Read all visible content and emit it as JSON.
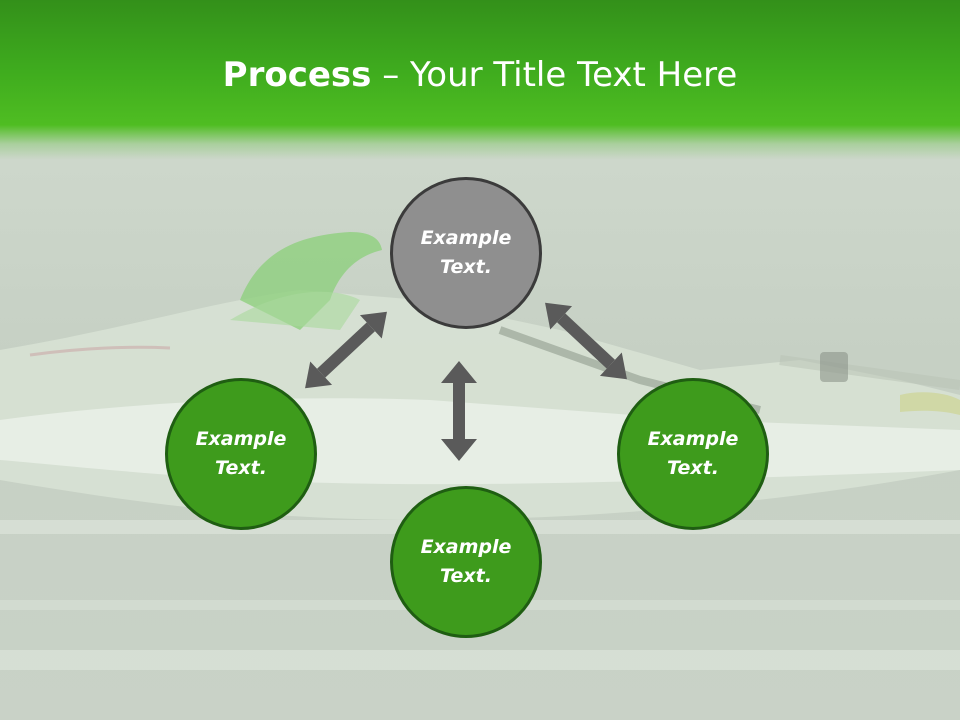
{
  "title": {
    "bold": "Process",
    "separator": " – ",
    "rest": "Your Title Text Here"
  },
  "nodes": {
    "top": "Example Text.",
    "left": "Example Text.",
    "right": "Example Text.",
    "bottom": "Example Text."
  },
  "colors": {
    "header_green": "#3fac1e",
    "node_green": "#3e9b1c",
    "node_gray": "#8f8f8f",
    "arrow_gray": "#5a5a5a",
    "background": "#c9d3c7"
  }
}
